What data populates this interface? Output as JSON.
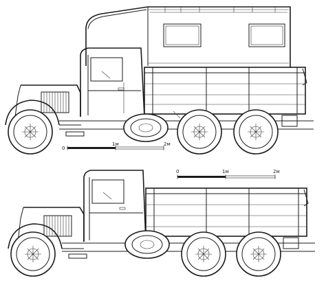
{
  "top_view": {
    "scale_labels": [
      "0",
      "1м",
      "2м"
    ]
  },
  "bottom_view": {
    "scale_labels": [
      "0",
      "1м",
      "2м"
    ]
  }
}
